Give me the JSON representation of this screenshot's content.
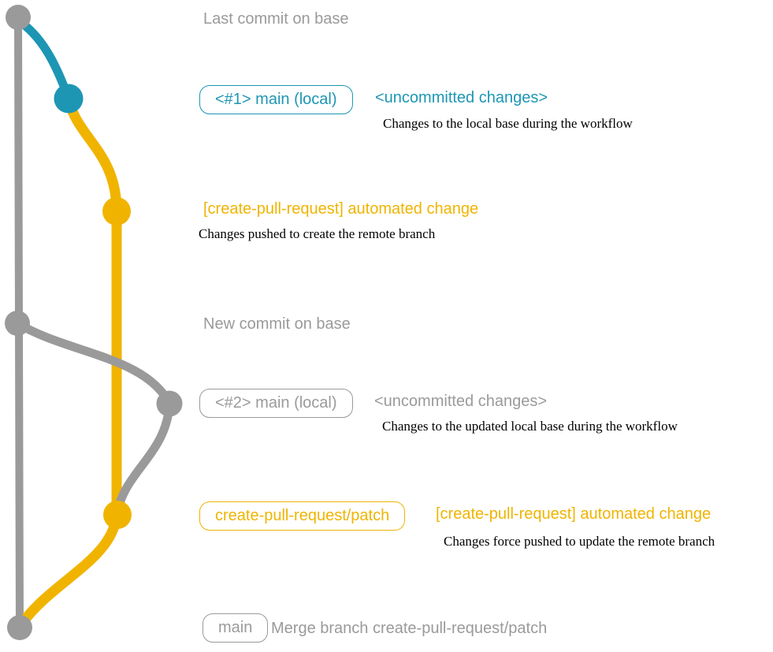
{
  "colors": {
    "gray": "#9a9a9a",
    "blue": "#1d96b4",
    "yellow": "#f0b400",
    "note_text": "#000000",
    "background": "#ffffff"
  },
  "graph": {
    "type": "git-branch-diagram",
    "branches": [
      {
        "name": "base",
        "color": "gray"
      },
      {
        "name": "main-local-1",
        "color": "blue"
      },
      {
        "name": "create-pull-request/patch",
        "color": "yellow"
      },
      {
        "name": "main-local-2",
        "color": "gray"
      }
    ],
    "commits": [
      {
        "name": "last-commit-on-base",
        "color": "gray"
      },
      {
        "name": "local-main-1-uncommitted",
        "color": "blue"
      },
      {
        "name": "create-pull-request-push",
        "color": "yellow"
      },
      {
        "name": "new-commit-on-base",
        "color": "gray"
      },
      {
        "name": "local-main-2-uncommitted",
        "color": "gray"
      },
      {
        "name": "create-pull-request-force-push",
        "color": "yellow"
      },
      {
        "name": "merge-commit",
        "color": "gray"
      }
    ]
  },
  "rows": {
    "last_commit": {
      "text": "Last commit on base"
    },
    "main1": {
      "badge": "<#1> main (local)",
      "title": "<uncommitted changes>",
      "subtitle": "Changes to the local base during the workflow"
    },
    "push1": {
      "title": "[create-pull-request] automated change",
      "subtitle": "Changes pushed to create the remote branch"
    },
    "new_commit": {
      "text": "New commit on base"
    },
    "main2": {
      "badge": "<#2> main (local)",
      "title": "<uncommitted changes>",
      "subtitle": "Changes to the updated local base during the workflow"
    },
    "push2": {
      "badge": "create-pull-request/patch",
      "title": "[create-pull-request] automated change",
      "subtitle": "Changes force pushed to update the remote branch"
    },
    "merge": {
      "badge": "main",
      "title": "Merge branch create-pull-request/patch"
    }
  }
}
